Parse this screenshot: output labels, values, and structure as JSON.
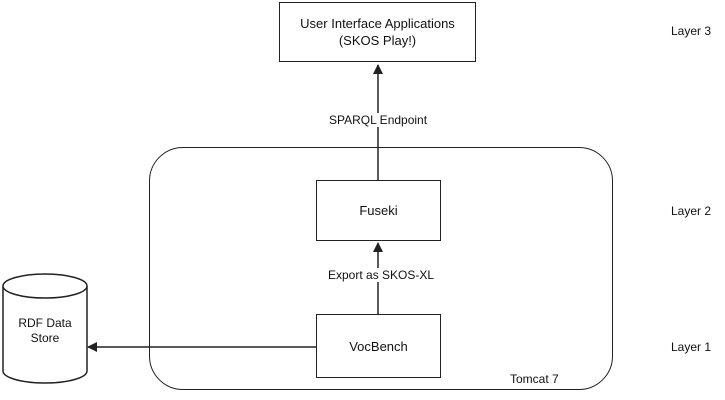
{
  "nodes": {
    "ui_apps": {
      "line1": "User Interface Applications",
      "line2": "(SKOS Play!)"
    },
    "fuseki": {
      "label": "Fuseki"
    },
    "vocbench": {
      "label": "VocBench"
    },
    "rdf_store": {
      "line1": "RDF Data",
      "line2": "Store"
    }
  },
  "container": {
    "label": "Tomcat 7"
  },
  "edges": {
    "sparql": {
      "label": "SPARQL Endpoint"
    },
    "export": {
      "label": "Export as SKOS-XL"
    }
  },
  "layers": {
    "layer3": "Layer 3",
    "layer2": "Layer 2",
    "layer1": "Layer 1"
  }
}
